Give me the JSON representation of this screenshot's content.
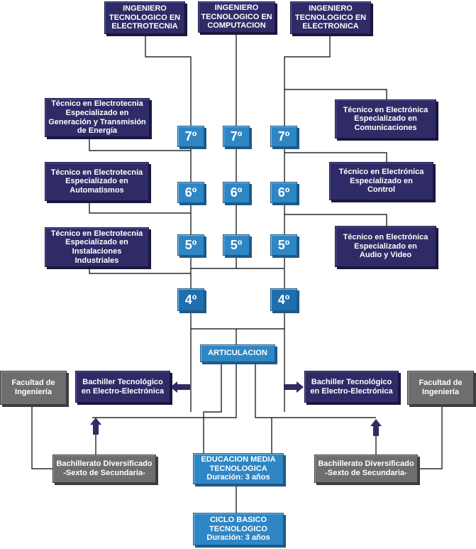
{
  "top": {
    "electrotecnia": "INGENIERO\nTECNOLOGICO EN\nELECTROTECNIA",
    "computacion": "INGENIERO\nTECNOLOGICO EN\nCOMPUTACION",
    "electronica": "INGENIERO\nTECNOLOGICO EN\nELECTRONICA"
  },
  "left_specializations": {
    "energia": "Técnico en Electrotecnia\nEspecializado en\nGeneración y Transmisión\nde Energía",
    "automatismos": "Técnico en Electrotecnia\nEspecializado en\nAutomatismos",
    "instalaciones": "Técnico en Electrotecnia\nEspecializado en\nInstalaciones\nIndustriales"
  },
  "right_specializations": {
    "comunicaciones": "Técnico en  Electrónica\nEspecializado en\nComunicaciones",
    "control": "Técnico en  Electrónica\nEspecializado en\nControl",
    "audio": "Técnico en Electrónica\nEspecializado en\nAudio y Video"
  },
  "levels": {
    "l7": "7º",
    "l6": "6º",
    "l5": "5º",
    "l4": "4º"
  },
  "articulacion": "ARTICULACION",
  "bachiller_tecnologico": "Bachiller Tecnológico\nen Electro-Electrónica",
  "facultad": "Facultad de\nIngeniería",
  "bachillerato_diversificado": "Bachillerato Diversificado\n-Sexto de Secundaria-",
  "educacion_media": "EDUCACION MEDIA\nTECNOLOGICA\nDuración: 3 años",
  "ciclo_basico": "CICLO BASICO\nTECNOLOGICO\nDuración: 3 años",
  "colors": {
    "navy": "#2f2b66",
    "blue": "#2f86c4",
    "grey": "#6e6e6e",
    "line": "#000000"
  }
}
